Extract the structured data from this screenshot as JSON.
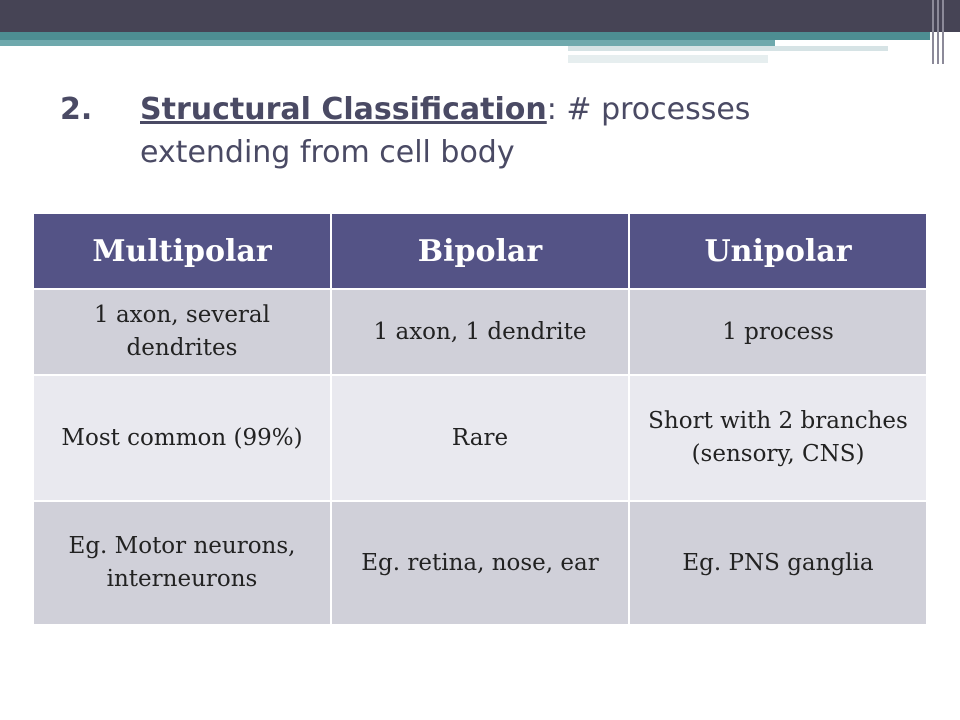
{
  "slide": {
    "title_number": "2.",
    "title_underlined": "Structural Classification",
    "title_rest": ": # processes extending from cell body"
  },
  "table": {
    "headers": [
      "Multipolar",
      "Bipolar",
      "Unipolar"
    ],
    "rows": [
      [
        "1 axon, several dendrites",
        "1 axon, 1 dendrite",
        "1 process"
      ],
      [
        "Most common (99%)",
        "Rare",
        "Short with 2 branches (sensory, CNS)"
      ],
      [
        "Eg.  Motor neurons, interneurons",
        "Eg. retina, nose, ear",
        "Eg. PNS ganglia"
      ]
    ]
  },
  "colors": {
    "header_bg": "#545386",
    "row_dark": "#d0d0d9",
    "row_light": "#e9e9ef",
    "title": "#4a4a64",
    "accent_teal": "#4d8e92"
  }
}
